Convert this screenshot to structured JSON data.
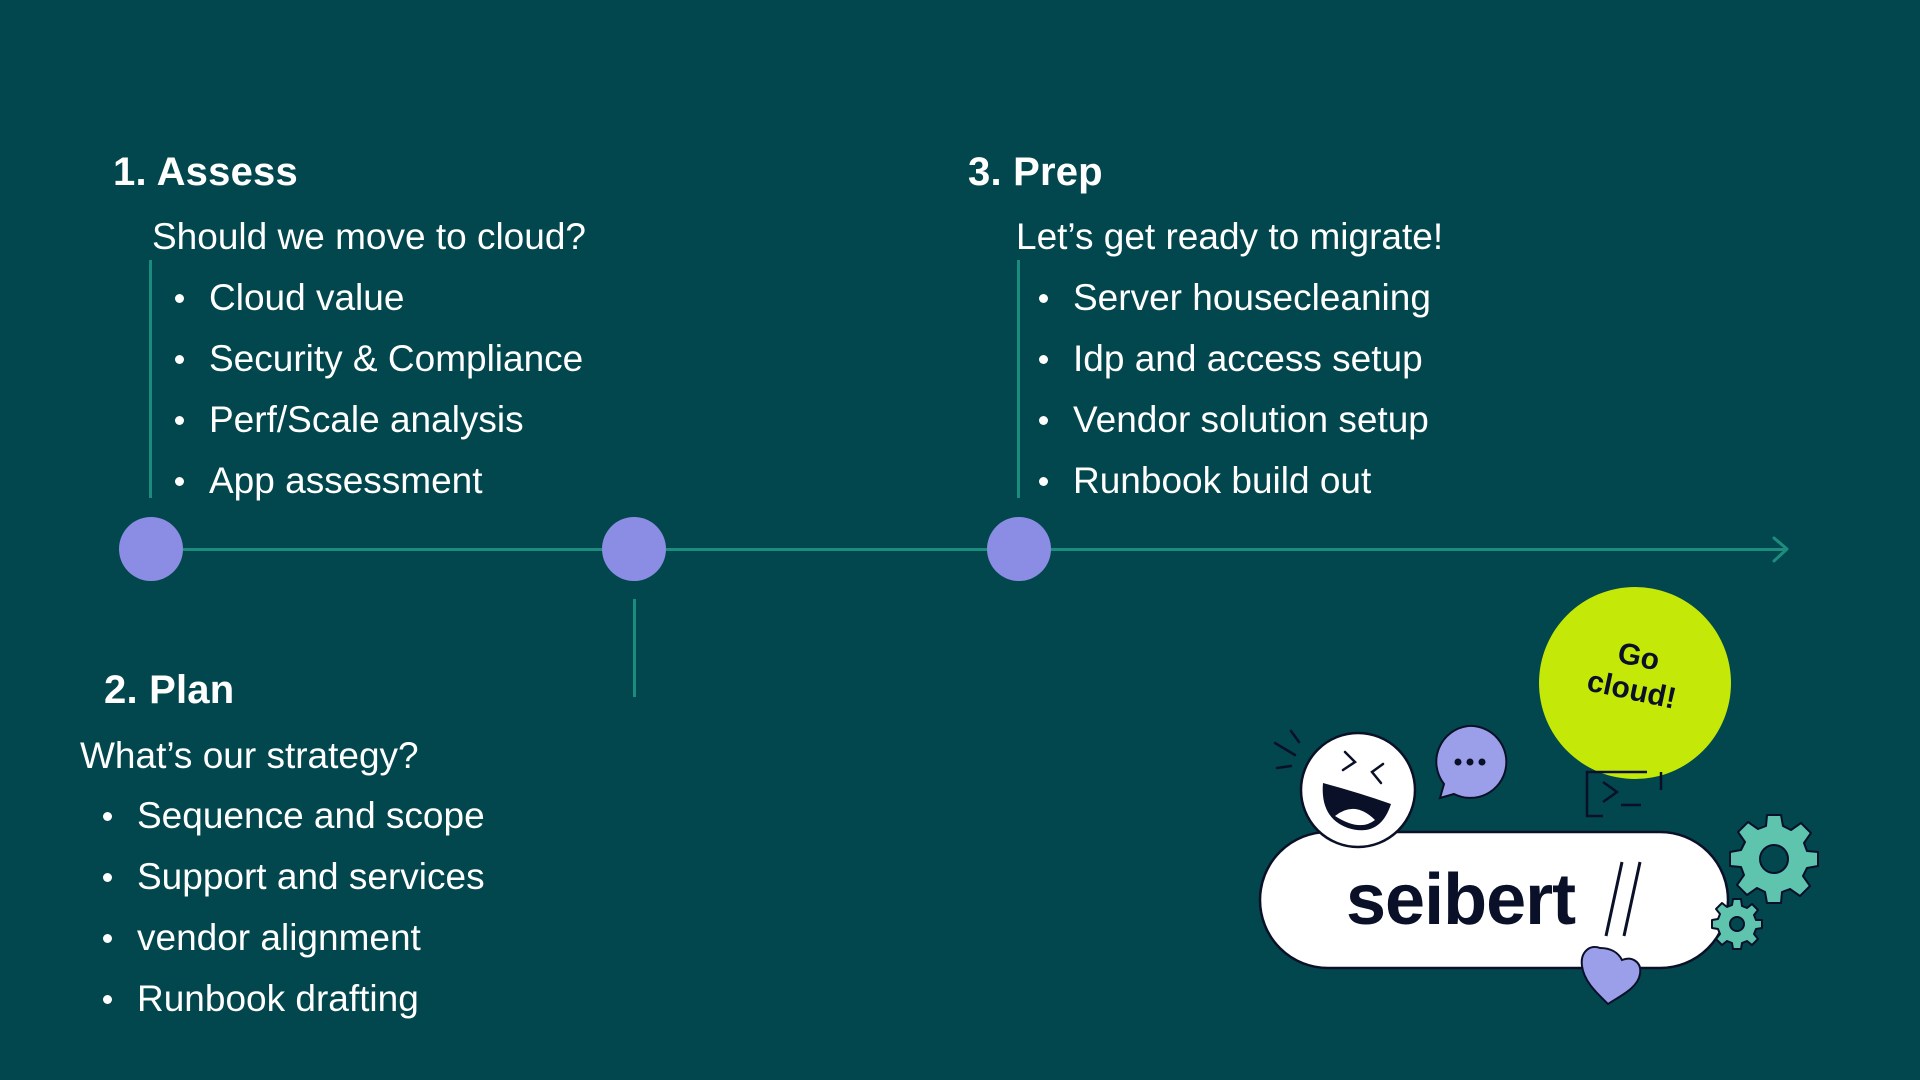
{
  "colors": {
    "background": "#02474D",
    "timeline_line": "#1B8C7E",
    "node": "#8A8DE3",
    "text": "#FFFFFF",
    "badge": "#C4E807",
    "gear": "#5EC4AE",
    "logo_text": "#0A1028"
  },
  "phases": [
    {
      "heading": "1. Assess",
      "subtitle": "Should we move to cloud?",
      "items": [
        "Cloud value",
        "Security & Compliance",
        "Perf/Scale analysis",
        "App assessment"
      ]
    },
    {
      "heading": "2. Plan",
      "subtitle": "What’s our strategy?",
      "items": [
        "Sequence and scope",
        "Support and services",
        "vendor alignment",
        "Runbook drafting"
      ]
    },
    {
      "heading": "3. Prep",
      "subtitle": "Let’s get ready to migrate!",
      "items": [
        "Server housecleaning",
        "Idp and access setup",
        "Vendor solution setup",
        "Runbook build out"
      ]
    }
  ],
  "illustration": {
    "logo_text": "seibert",
    "logo_suffix": "//",
    "badge_line1": "Go",
    "badge_line2": "cloud!",
    "icons": [
      "laughing-face-icon",
      "speech-bubble-icon",
      "terminal-icon",
      "gear-icon",
      "heart-icon"
    ]
  }
}
